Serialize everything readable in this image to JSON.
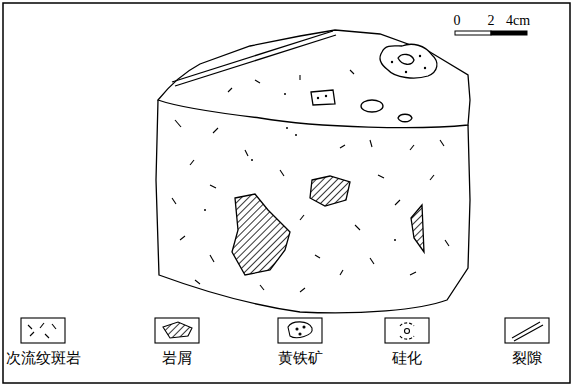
{
  "diagram": {
    "labels": [
      "0",
      "2",
      "4cm"
    ],
    "legend": [
      {
        "text": "次流纹斑岩"
      },
      {
        "text": "岩屑"
      },
      {
        "text": "黄铁矿"
      },
      {
        "text": "硅化"
      },
      {
        "text": "裂隙"
      }
    ]
  }
}
